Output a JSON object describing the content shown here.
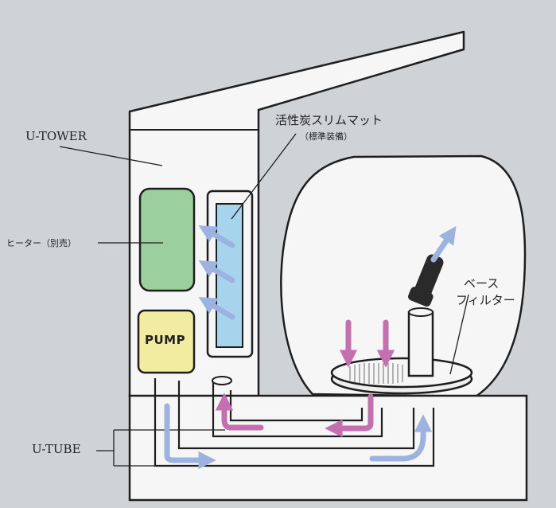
{
  "labels": {
    "u_tower": "U-TOWER",
    "heater": "ヒーター（別売）",
    "carbon_mat": "活性炭スリムマット",
    "carbon_mat_note": "（標準装備）",
    "pump": "PUMP",
    "base_filter_line1": "ベース",
    "base_filter_line2": "フィルター",
    "u_tube": "U-TUBE"
  },
  "colors": {
    "background": "#d0d3d5",
    "heater": "#9ccf9e",
    "pump": "#f1eca0",
    "mat": "#a6d4ec",
    "arrow_blue": "#9db3df",
    "arrow_pink": "#c66fb0",
    "outline": "#1e1e1e"
  }
}
